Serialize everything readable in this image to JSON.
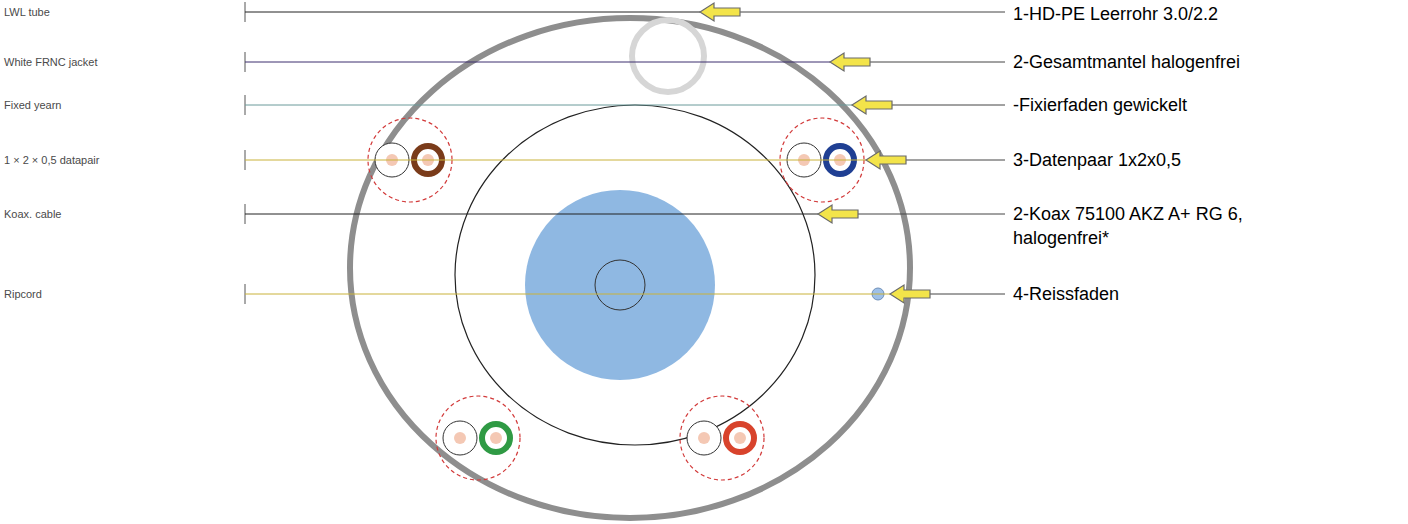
{
  "diagram": {
    "labels": [
      "LWL tube",
      "White FRNC jacket",
      "Fixed yearn",
      "1 × 2 × 0,5 datapair",
      "Koax. cable",
      "Ripcord",
      "1-HD-PE Leerrohr 3.0/2.2",
      "2-Gesamtmantel halogenfrei",
      "-Fixierfaden gewickelt",
      "3-Datenpaar 1x2x0,5",
      "2-Koax 75100 AKZ A+ RG 6, halogenfrei*",
      "4-Reissfaden"
    ]
  }
}
